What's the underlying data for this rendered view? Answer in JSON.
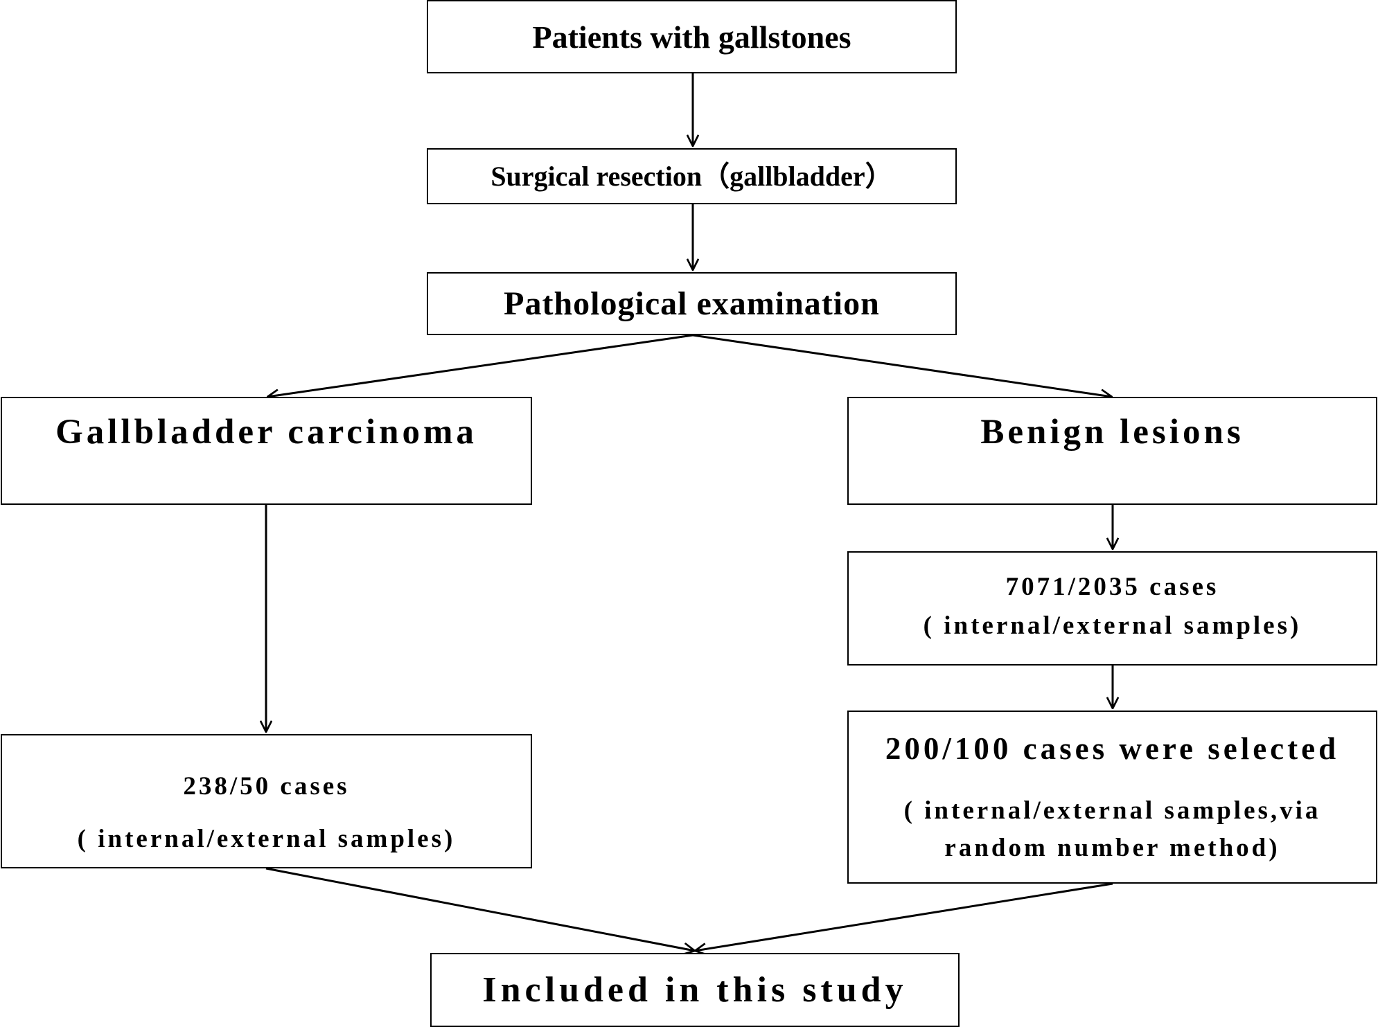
{
  "nodes": {
    "patients": "Patients with gallstones",
    "surgical": "Surgical resection（gallbladder）",
    "pathological": "Pathological examination",
    "carcinoma": "Gallbladder carcinoma",
    "benign": "Benign lesions",
    "benign_cases": {
      "line1": "7071/2035 cases",
      "line2": "( internal/external samples)"
    },
    "selected": {
      "line1": "200/100 cases were selected",
      "line2": "( internal/external samples,via",
      "line3": "random number method)"
    },
    "carcinoma_cases": {
      "line1": "238/50 cases",
      "line2": "( internal/external samples)"
    },
    "included": "Included in this study"
  },
  "colors": {
    "stroke": "#000000",
    "background": "#ffffff"
  }
}
